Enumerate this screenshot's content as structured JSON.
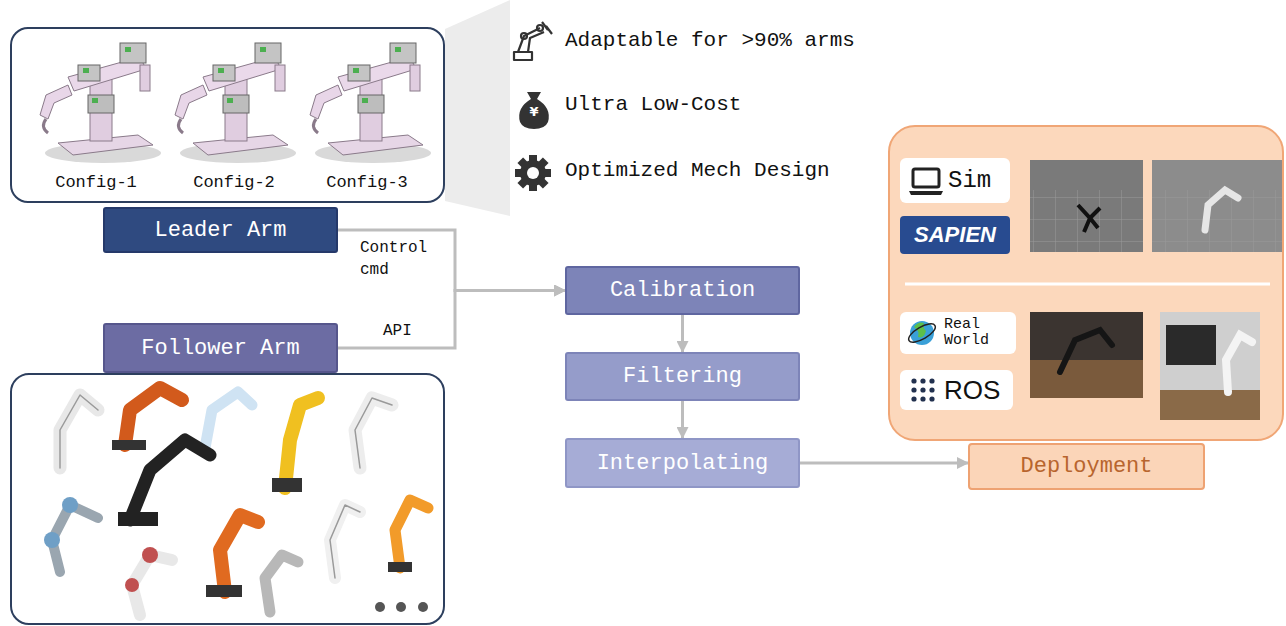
{
  "diagram": {
    "nodes": [
      {
        "text": [
          "Config-1",
          "Config-2",
          "Config-3"
        ]
      },
      {
        "text": [
          "Leader Arm"
        ]
      },
      {
        "text": [
          "Follower Arm"
        ]
      },
      {
        "text": [
          "Calibration"
        ]
      },
      {
        "text": [
          "Filtering"
        ]
      },
      {
        "text": [
          "Interpolating"
        ]
      },
      {
        "text": [
          "Deployment"
        ]
      },
      {
        "text": [
          "Sim"
        ]
      },
      {
        "text": [
          "SAPIEN"
        ]
      },
      {
        "text": [
          "Real World"
        ]
      },
      {
        "text": [
          "ROS"
        ]
      }
    ],
    "edges": [
      {
        "from": 1,
        "to": 3,
        "label": "Control cmd",
        "arrow": "to"
      },
      {
        "from": 2,
        "to": 3,
        "label": "API",
        "arrow": "to"
      },
      {
        "from": 3,
        "to": 4,
        "arrow": "to"
      },
      {
        "from": 4,
        "to": 5,
        "arrow": "to"
      },
      {
        "from": 5,
        "to": 6,
        "arrow": "to"
      }
    ],
    "labels": [
      "Adaptable for >90% arms",
      "Ultra Low-Cost",
      "Optimized Mech Design",
      "¥"
    ]
  }
}
